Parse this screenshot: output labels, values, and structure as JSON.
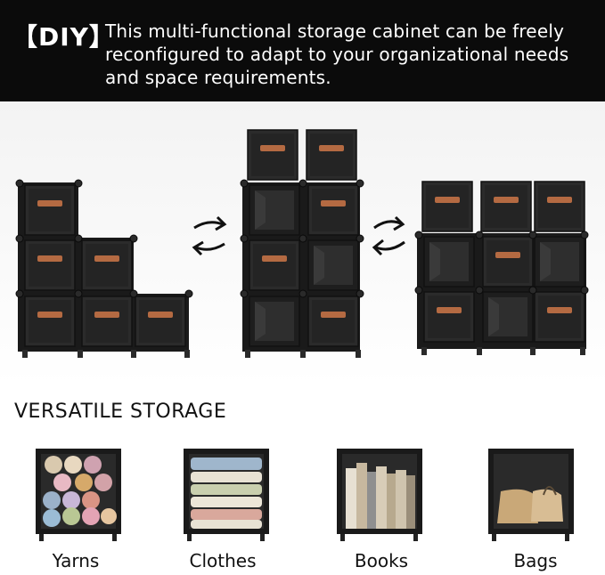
{
  "banner": {
    "tag": "【DIY】",
    "headline": "This multi-functional storage cabinet can be freely reconfigured to adapt to your organizational needs and space requirements."
  },
  "section": {
    "title": "VERSATILE STORAGE"
  },
  "uses": [
    {
      "label": "Yarns"
    },
    {
      "label": "Clothes"
    },
    {
      "label": "Books"
    },
    {
      "label": "Bags"
    }
  ],
  "colors": {
    "banner_bg": "#0b0b0b",
    "cube_frame": "#1a1a1a",
    "bin_fabric": "#2a2a2a",
    "handle_leather": "#b46a42"
  }
}
